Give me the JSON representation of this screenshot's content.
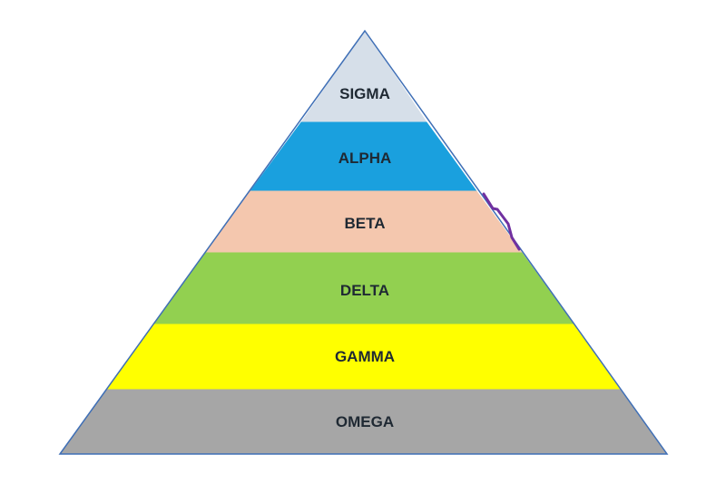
{
  "pyramid": {
    "tiers": [
      {
        "label": "SIGMA",
        "color": "#d6dfe9"
      },
      {
        "label": "ALPHA",
        "color": "#1aa0de"
      },
      {
        "label": "BETA",
        "color": "#f4c7ae"
      },
      {
        "label": "DELTA",
        "color": "#92d050"
      },
      {
        "label": "GAMMA",
        "color": "#ffff00"
      },
      {
        "label": "OMEGA",
        "color": "#a6a6a6"
      }
    ],
    "outline_color": "#3f6fb6",
    "accent_color": "#7030a0"
  }
}
